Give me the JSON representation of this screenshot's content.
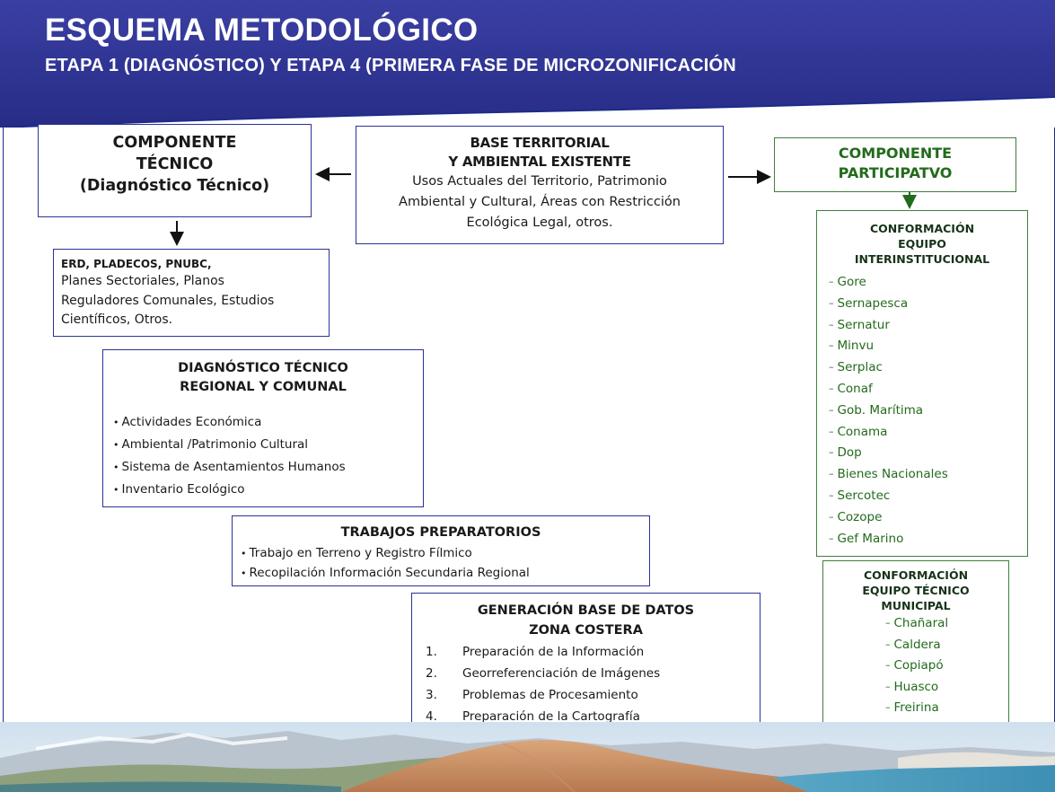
{
  "header": {
    "title": "ESQUEMA METODOLÓGICO",
    "subtitle": "ETAPA 1 (DIAGNÓSTICO) Y ETAPA 4 (PRIMERA FASE DE MICROZONIFICACIÓN"
  },
  "componente_tecnico": {
    "line1": "COMPONENTE",
    "line2": "TÉCNICO",
    "line3": "(Diagnóstico Técnico)"
  },
  "base_territorial": {
    "line1": "BASE TERRITORIAL",
    "line2": "Y AMBIENTAL  EXISTENTE",
    "body1": "Usos Actuales del Territorio, Patrimonio",
    "body2": "Ambiental y Cultural, Áreas con Restricción",
    "body3": "Ecológica Legal, otros."
  },
  "componente_participativo": {
    "line1": "COMPONENTE",
    "line2": "PARTICIPATVO"
  },
  "fuentes": {
    "heading": "ERD, PLADECOS, PNUBC,",
    "line1": "Planes Sectoriales, Planos",
    "line2": "Reguladores Comunales, Estudios",
    "line3": "Científicos, Otros."
  },
  "diagnostico": {
    "heading1": "DIAGNÓSTICO TÉCNICO",
    "heading2": "REGIONAL Y COMUNAL",
    "items": [
      "Actividades Económica",
      "Ambiental /Patrimonio Cultural",
      "Sistema de Asentamientos Humanos",
      "Inventario Ecológico"
    ]
  },
  "trabajos": {
    "heading": "TRABAJOS PREPARATORIOS",
    "items": [
      "Trabajo en Terreno y Registro Fílmico",
      "Recopilación Información Secundaria Regional"
    ]
  },
  "generacion": {
    "heading1": "GENERACIÓN BASE DE DATOS",
    "heading2": "ZONA COSTERA",
    "items": [
      {
        "num": "1.",
        "text": "Preparación de la Información"
      },
      {
        "num": "2.",
        "text": "Georreferenciación de Imágenes"
      },
      {
        "num": "3.",
        "text": "Problemas de Procesamiento"
      },
      {
        "num": "4.",
        "text": "Preparación de la Cartografía"
      }
    ]
  },
  "equipo_interinstitucional": {
    "heading1": "CONFORMACIÓN",
    "heading2": "EQUIPO",
    "heading3": "INTERINSTITUCIONAL",
    "dash": "–",
    "items": [
      "Gore",
      "Sernapesca",
      "Sernatur",
      "Minvu",
      "Serplac",
      "Conaf",
      "Gob. Marítima",
      "Conama",
      "Dop",
      "Bienes Nacionales",
      "Sercotec",
      "Cozope",
      "Gef Marino"
    ]
  },
  "equipo_municipal": {
    "heading1": "CONFORMACIÓN",
    "heading2": "EQUIPO TÉCNICO",
    "heading3": "MUNICIPAL",
    "dash": "–",
    "items": [
      "Chañaral",
      "Caldera",
      "Copiapó",
      "Huasco",
      "Freirina"
    ]
  },
  "bullet": "•",
  "colors": {
    "header_blue": "#2a2f8f",
    "border_blue": "#2b3299",
    "green": "#226b1b"
  }
}
